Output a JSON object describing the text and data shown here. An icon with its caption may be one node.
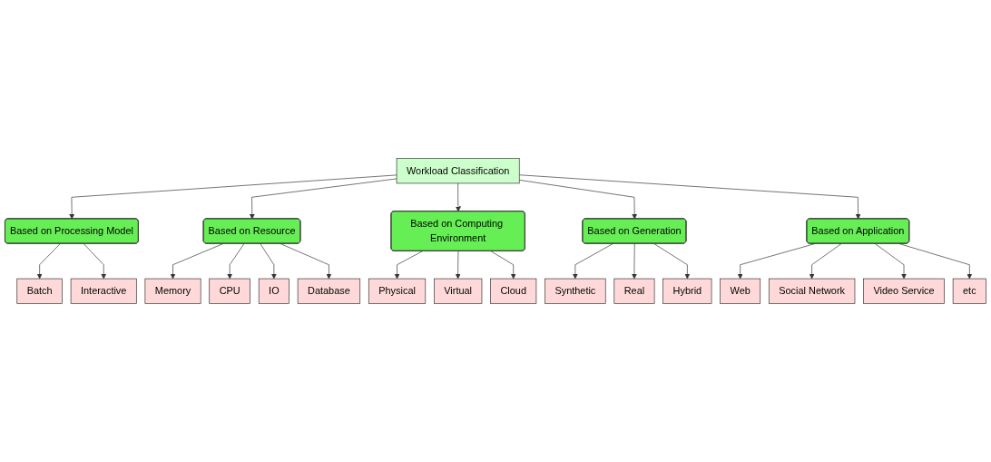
{
  "diagram": {
    "nodes": [
      {
        "text": [
          "Workload Classification"
        ]
      },
      {
        "text": [
          "Based on Processing Model"
        ]
      },
      {
        "text": [
          "Based on Resource"
        ]
      },
      {
        "text": [
          "Based on Computing Environment"
        ]
      },
      {
        "text": [
          "Based on Generation"
        ]
      },
      {
        "text": [
          "Based on Application"
        ]
      },
      {
        "text": [
          "Batch"
        ]
      },
      {
        "text": [
          "Interactive"
        ]
      },
      {
        "text": [
          "Memory"
        ]
      },
      {
        "text": [
          "CPU"
        ]
      },
      {
        "text": [
          "IO"
        ]
      },
      {
        "text": [
          "Database"
        ]
      },
      {
        "text": [
          "Physical"
        ]
      },
      {
        "text": [
          "Virtual"
        ]
      },
      {
        "text": [
          "Cloud"
        ]
      },
      {
        "text": [
          "Synthetic"
        ]
      },
      {
        "text": [
          "Real"
        ]
      },
      {
        "text": [
          "Hybrid"
        ]
      },
      {
        "text": [
          "Web"
        ]
      },
      {
        "text": [
          "Social Network"
        ]
      },
      {
        "text": [
          "Video Service"
        ]
      },
      {
        "text": [
          "etc"
        ]
      }
    ],
    "edges": [
      {
        "from": 0,
        "to": 1,
        "arrow": "to"
      },
      {
        "from": 0,
        "to": 2,
        "arrow": "to"
      },
      {
        "from": 0,
        "to": 3,
        "arrow": "to"
      },
      {
        "from": 0,
        "to": 4,
        "arrow": "to"
      },
      {
        "from": 0,
        "to": 5,
        "arrow": "to"
      },
      {
        "from": 1,
        "to": 6,
        "arrow": "to"
      },
      {
        "from": 1,
        "to": 7,
        "arrow": "to"
      },
      {
        "from": 2,
        "to": 8,
        "arrow": "to"
      },
      {
        "from": 2,
        "to": 9,
        "arrow": "to"
      },
      {
        "from": 2,
        "to": 10,
        "arrow": "to"
      },
      {
        "from": 2,
        "to": 11,
        "arrow": "to"
      },
      {
        "from": 3,
        "to": 12,
        "arrow": "to"
      },
      {
        "from": 3,
        "to": 13,
        "arrow": "to"
      },
      {
        "from": 3,
        "to": 14,
        "arrow": "to"
      },
      {
        "from": 4,
        "to": 15,
        "arrow": "to"
      },
      {
        "from": 4,
        "to": 16,
        "arrow": "to"
      },
      {
        "from": 4,
        "to": 17,
        "arrow": "to"
      },
      {
        "from": 5,
        "to": 18,
        "arrow": "to"
      },
      {
        "from": 5,
        "to": 19,
        "arrow": "to"
      },
      {
        "from": 5,
        "to": 20,
        "arrow": "to"
      },
      {
        "from": 5,
        "to": 21,
        "arrow": "to"
      }
    ]
  }
}
